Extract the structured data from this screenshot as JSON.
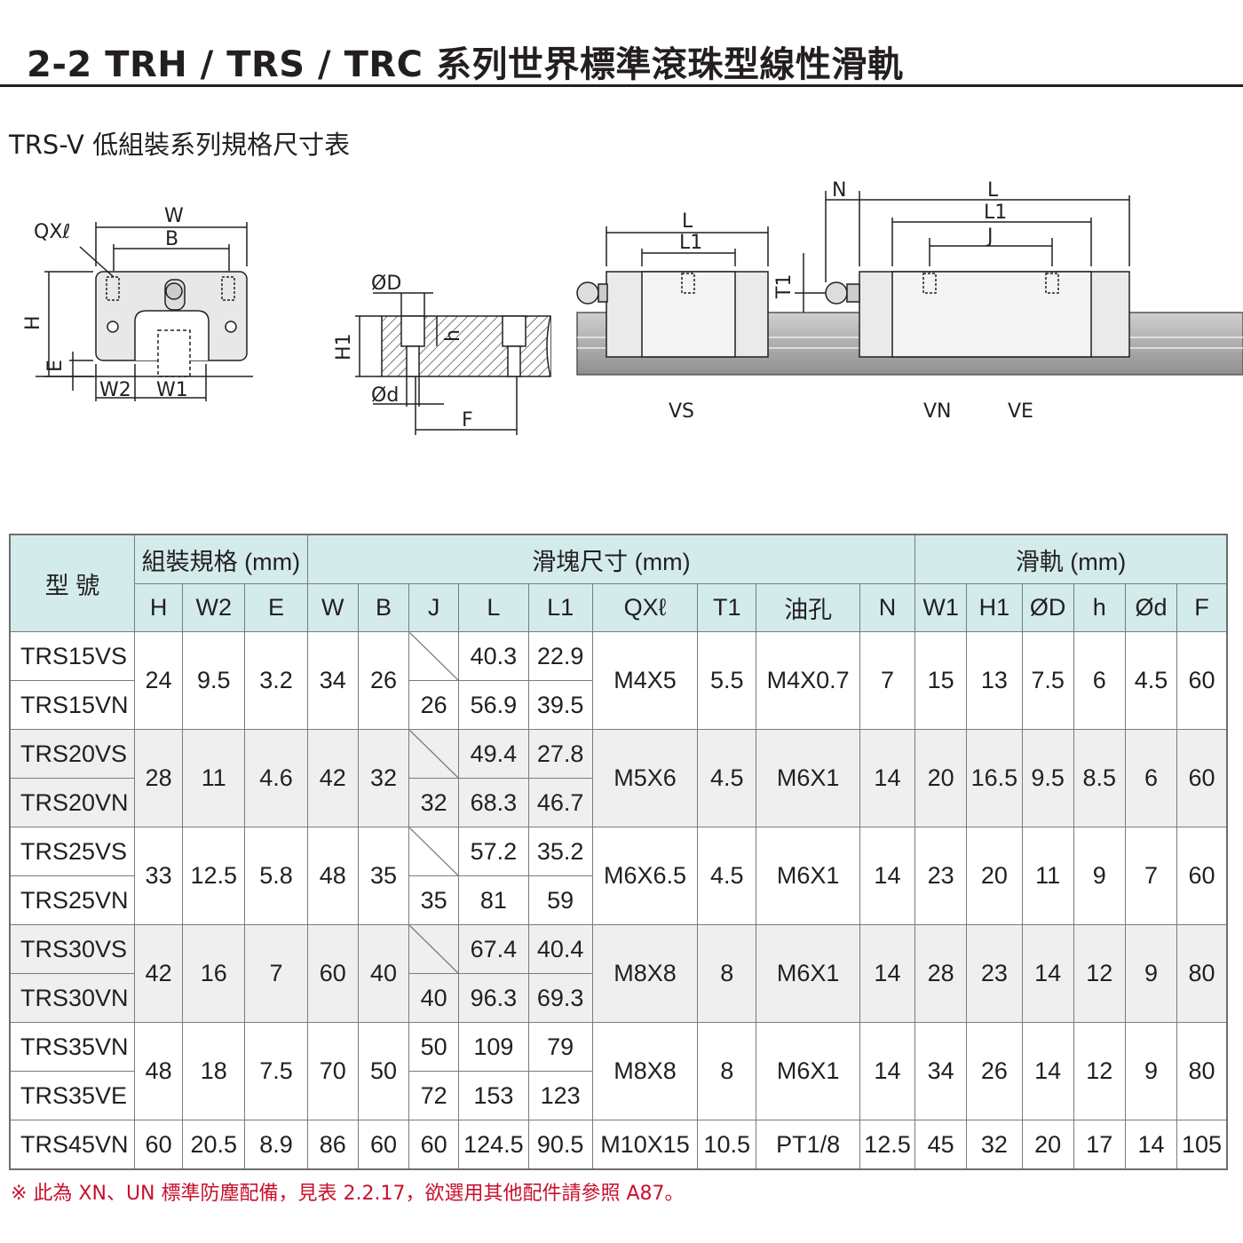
{
  "page": {
    "title": "2-2 TRH / TRS / TRC 系列世界標準滾珠型線性滑軌",
    "subtitle": "TRS-V 低組裝系列規格尺寸表"
  },
  "drawing": {
    "labels": {
      "W": "W",
      "B": "B",
      "QXl": "QXℓ",
      "H": "H",
      "E": "E",
      "W2": "W2",
      "W1": "W1",
      "OD": "ØD",
      "Od": "Ød",
      "H1": "H1",
      "h": "h",
      "F": "F",
      "L": "L",
      "L1": "L1",
      "J": "J",
      "N": "N",
      "T1": "T1",
      "VS": "VS",
      "VN": "VN",
      "VE": "VE"
    }
  },
  "table": {
    "group_headers": {
      "model": "型 號",
      "assembly": "組裝規格 (mm)",
      "block": "滑塊尺寸 (mm)",
      "rail": "滑軌 (mm)"
    },
    "columns": [
      "H",
      "W2",
      "E",
      "W",
      "B",
      "J",
      "L",
      "L1",
      "QXℓ",
      "T1",
      "油孔",
      "N",
      "W1",
      "H1",
      "ØD",
      "h",
      "Ød",
      "F"
    ],
    "groups": [
      {
        "models": [
          "TRS15VS",
          "TRS15VN"
        ],
        "H": "24",
        "W2": "9.5",
        "E": "3.2",
        "W": "34",
        "B": "26",
        "J": [
          "",
          "26"
        ],
        "L": [
          "40.3",
          "56.9"
        ],
        "L1": [
          "22.9",
          "39.5"
        ],
        "QXl": "M4X5",
        "T1": "5.5",
        "oil": "M4X0.7",
        "N": "7",
        "W1": "15",
        "H1": "13",
        "OD": "7.5",
        "h": "6",
        "Od": "4.5",
        "F": "60"
      },
      {
        "models": [
          "TRS20VS",
          "TRS20VN"
        ],
        "H": "28",
        "W2": "11",
        "E": "4.6",
        "W": "42",
        "B": "32",
        "J": [
          "",
          "32"
        ],
        "L": [
          "49.4",
          "68.3"
        ],
        "L1": [
          "27.8",
          "46.7"
        ],
        "QXl": "M5X6",
        "T1": "4.5",
        "oil": "M6X1",
        "N": "14",
        "W1": "20",
        "H1": "16.5",
        "OD": "9.5",
        "h": "8.5",
        "Od": "6",
        "F": "60"
      },
      {
        "models": [
          "TRS25VS",
          "TRS25VN"
        ],
        "H": "33",
        "W2": "12.5",
        "E": "5.8",
        "W": "48",
        "B": "35",
        "J": [
          "",
          "35"
        ],
        "L": [
          "57.2",
          "81"
        ],
        "L1": [
          "35.2",
          "59"
        ],
        "QXl": "M6X6.5",
        "T1": "4.5",
        "oil": "M6X1",
        "N": "14",
        "W1": "23",
        "H1": "20",
        "OD": "11",
        "h": "9",
        "Od": "7",
        "F": "60"
      },
      {
        "models": [
          "TRS30VS",
          "TRS30VN"
        ],
        "H": "42",
        "W2": "16",
        "E": "7",
        "W": "60",
        "B": "40",
        "J": [
          "",
          "40"
        ],
        "L": [
          "67.4",
          "96.3"
        ],
        "L1": [
          "40.4",
          "69.3"
        ],
        "QXl": "M8X8",
        "T1": "8",
        "oil": "M6X1",
        "N": "14",
        "W1": "28",
        "H1": "23",
        "OD": "14",
        "h": "12",
        "Od": "9",
        "F": "80"
      },
      {
        "models": [
          "TRS35VN",
          "TRS35VE"
        ],
        "H": "48",
        "W2": "18",
        "E": "7.5",
        "W": "70",
        "B": "50",
        "J": [
          "50",
          "72"
        ],
        "L": [
          "109",
          "153"
        ],
        "L1": [
          "79",
          "123"
        ],
        "QXl": "M8X8",
        "T1": "8",
        "oil": "M6X1",
        "N": "14",
        "W1": "34",
        "H1": "26",
        "OD": "14",
        "h": "12",
        "Od": "9",
        "F": "80"
      }
    ],
    "last_row": {
      "model": "TRS45VN",
      "H": "60",
      "W2": "20.5",
      "E": "8.9",
      "W": "86",
      "B": "60",
      "J": "60",
      "L": "124.5",
      "L1": "90.5",
      "QXl": "M10X15",
      "T1": "10.5",
      "oil": "PT1/8",
      "N": "12.5",
      "W1": "45",
      "H1": "32",
      "OD": "20",
      "h": "17",
      "Od": "14",
      "F": "105"
    }
  },
  "footnote": "※ 此為 XN、UN 標準防塵配備，見表 2.2.17，欲選用其他配件請參照 A87。",
  "colors": {
    "header_bg": "#d3ebeb",
    "row_alt_bg": "#efefef",
    "footnote": "#c8102e",
    "text": "#231f20"
  }
}
